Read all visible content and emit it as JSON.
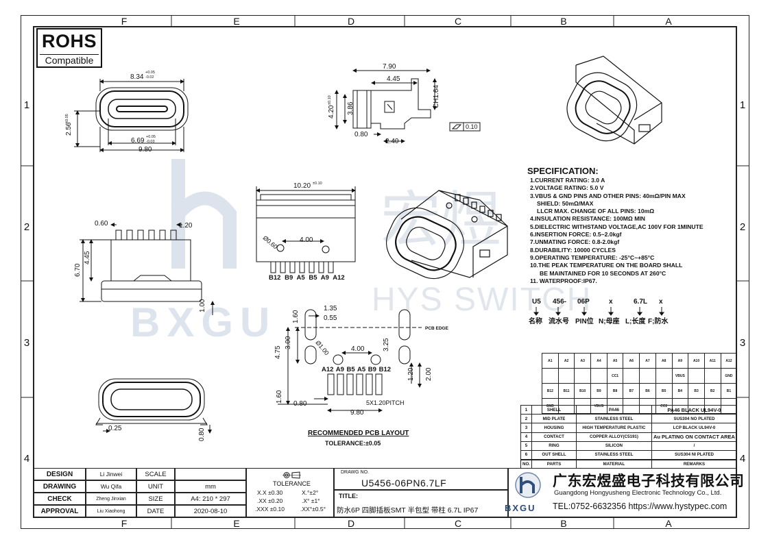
{
  "frame": {
    "columns_top": [
      "F",
      "E",
      "D",
      "C",
      "B",
      "A"
    ],
    "columns_bottom": [
      "F",
      "E",
      "D",
      "C",
      "B",
      "A"
    ],
    "rows_left": [
      "1",
      "2",
      "3",
      "4"
    ],
    "rows_right": [
      "1",
      "2",
      "3",
      "4"
    ]
  },
  "rohs": {
    "title": "ROHS",
    "subtitle": "Compatible"
  },
  "watermark": {
    "text_cn": "宏煜",
    "text_en": "HYS SWITCH",
    "logo": "BXGU"
  },
  "dimensions": {
    "top_view_width": "8.34",
    "top_view_width_tol_up": "+0.05",
    "top_view_width_tol_down": "-0.02",
    "top_view_height": "2.56",
    "top_view_height_tol": "±0.05",
    "top_view_inner": "6.69",
    "top_view_inner_tol_up": "+0.05",
    "top_view_inner_tol_down": "-0.03",
    "top_view_total": "9.80",
    "side_width": "7.90",
    "side_inner": "4.45",
    "side_height": "4.20",
    "side_height_tol": "±0.10",
    "side_height2": "3.86",
    "side_ch": "CH1.64",
    "side_bottom_a": "0.80",
    "side_bottom_b": "2.40",
    "flatness": "0.10",
    "back_width": "10.20",
    "back_width_tol": "±0.10",
    "pin_pitch_a": "0.60",
    "pin_pitch_b": "1.20",
    "body_height": "6.70",
    "body_h2": "4.45",
    "body_h3": "1.00",
    "hole_dia": "Ø0.60",
    "hole_span": "4.00",
    "pcb_a": "1.35",
    "pcb_b": "0.55",
    "pcb_c": "1.60",
    "pcb_d": "4.75",
    "pcb_e": "3.00",
    "pcb_f": "Ø1.00",
    "pcb_g": "4.00",
    "pcb_h": "3.25",
    "pcb_i": "1.20",
    "pcb_j": "2.00",
    "pcb_k": "1.60",
    "pcb_l": "0.80",
    "pcb_pitch": "5X1.20PITCH",
    "pcb_total": "9.80",
    "front_a": "0.25",
    "front_b": "0.80"
  },
  "pin_labels_back": [
    "B12",
    "B9",
    "A5",
    "B5",
    "A9",
    "A12"
  ],
  "pin_labels_pcb": [
    "A12",
    "A9",
    "B5",
    "A5",
    "B9",
    "B12"
  ],
  "pcb": {
    "title": "RECOMMENDED PCB LAYOUT",
    "tolerance": "TOLERANCE:±0.05",
    "edge": "PCB EDGE"
  },
  "spec": {
    "title": "SPECIFICATION:",
    "items": [
      "1.CURRENT RATING: 3.0 A",
      "2.VOLTAGE RATING: 5.0 V",
      "3.VBUS & GND PINS AND OTHER PINS: 40mΩ/PIN MAX",
      "   SHIELD: 50mΩ/MAX",
      "   LLCR MAX. CHANGE OF ALL PINS: 10mΩ",
      "4.INSULATION RESISTANCE:  100MΩ MIN",
      "5.DIELECTRIC WITHSTAND VOLTAGE,AC 100V FOR 1MINUTE",
      "6.INSERTION FORCE: 0.5~2.0kgf",
      "7.UNMATING FORCE: 0.8-2.0kgf",
      "8.DURABILITY: 10000 CYCLES",
      "9.OPERATING TEMPERATURE: -25°C~+85°C",
      "10.THE PEAK TEMPERATURE ON THE BOARD SHALL",
      "    BE MAINTAINED FOR 10 SECONDS AT 260°C",
      "11. WATERPROOF:IP67."
    ]
  },
  "part_code": {
    "segments": [
      "U5",
      "456-",
      "06P",
      "x",
      "6.7L",
      "x"
    ],
    "meanings": [
      "名称",
      "流水号",
      "PIN位",
      "N;母座",
      "L;长度",
      "F;防水"
    ]
  },
  "pin_table": {
    "row1": [
      "A1",
      "A2",
      "A3",
      "A4",
      "A5",
      "A6",
      "A7",
      "A8",
      "A9",
      "A10",
      "A11",
      "A12"
    ],
    "row2": [
      "",
      "",
      "",
      "",
      "CC1",
      "",
      "",
      "",
      "VBUS",
      "",
      "",
      "GND"
    ],
    "row3": [
      "B12",
      "B11",
      "B10",
      "B9",
      "B8",
      "B7",
      "B6",
      "B5",
      "B4",
      "B3",
      "B2",
      "B1"
    ],
    "row4": [
      "GND",
      "",
      "",
      "VBUS",
      "",
      "",
      "",
      "CC2",
      "",
      "",
      "",
      ""
    ]
  },
  "bom": {
    "rows": [
      [
        "1",
        "SHELL",
        "PA46",
        "PA46 BLACK UL94V-0"
      ],
      [
        "2",
        "MID PLATE",
        "STAINLESS STEEL",
        "SUS304 NO PLATED"
      ],
      [
        "3",
        "HOUSING",
        "HIGH TEMPERATURE PLASTIC",
        "LCP BLACK UL94V-0"
      ],
      [
        "4",
        "CONTACT",
        "COPPER ALLOY(C5191)",
        "Au PLATING ON CONTACT AREA"
      ],
      [
        "5",
        "RING",
        "SILICON",
        "/"
      ],
      [
        "6",
        "OUT SHELL",
        "STAINLESS STEEL",
        "SUS304 NI PLATED"
      ]
    ],
    "header": [
      "NO.",
      "PARTS",
      "MATERIAL",
      "REMARKS"
    ]
  },
  "title_block": {
    "design_label": "DESIGN",
    "design_name": "Li Jinwei",
    "drawing_label": "DRAWING",
    "drawing_name": "Wu Qifa",
    "check_label": "CHECK",
    "check_name": "Zheng Jinxian",
    "approval_label": "APPROVAL",
    "approval_name": "Liu Xiaohong",
    "scale_label": "SCALE",
    "scale_value": "",
    "unit_label": "UNIT",
    "unit_value": "mm",
    "size_label": "SIZE",
    "size_value": "A4: 210 * 297",
    "date_label": "DATE",
    "date_value": "2020-08-10",
    "tolerance_label": "TOLERANCE",
    "tol_1a": "X.X  ±0.30",
    "tol_1b": "X.°±2°",
    "tol_2a": ".XX  ±0.20",
    "tol_2b": ".X° ±1°",
    "tol_3a": ".XXX  ±0.10",
    "tol_3b": ".XX°±0.5°",
    "drawing_no_label": "DRAWG NO.",
    "drawing_no": "U5456-06PN6.7LF",
    "title_label": "TITLE:",
    "title": "防水6P 四脚插板SMT 半包型 带柱 6.7L IP67"
  },
  "company": {
    "name_cn": "广东宏煜盛电子科技有限公司",
    "name_en": "Guangdong Hongyusheng Electronic Technology Co., Ltd.",
    "tel": "TEL:0752-6632356  https://www.hystypec.com",
    "logo": "BXGU"
  }
}
